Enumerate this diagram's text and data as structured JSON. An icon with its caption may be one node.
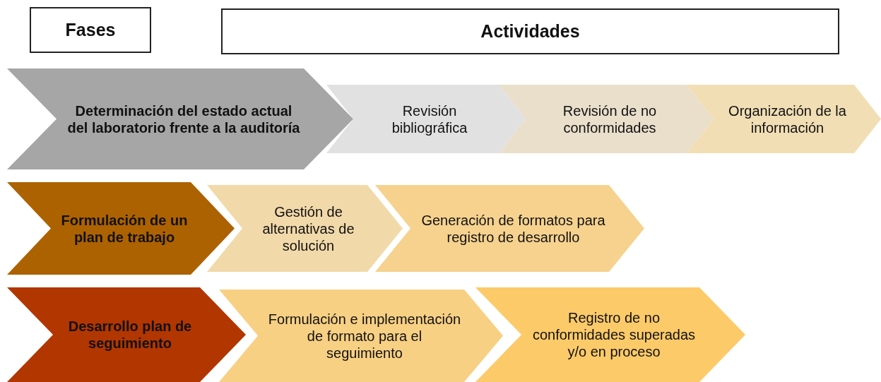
{
  "diagram": {
    "nodes": [
      {
        "text": [
          "Fases"
        ]
      },
      {
        "text": [
          "Actividades"
        ]
      },
      {
        "text": [
          "Determinación del estado actual del laboratorio frente a la auditoría"
        ]
      },
      {
        "text": [
          "Revisión bibliográfica"
        ]
      },
      {
        "text": [
          "Revisión de no conformidades"
        ]
      },
      {
        "text": [
          "Organización de la información"
        ]
      },
      {
        "text": [
          "Formulación de un plan de trabajo"
        ]
      },
      {
        "text": [
          "Gestión de alternativas de solución"
        ]
      },
      {
        "text": [
          "Generación de formatos para registro de desarrollo"
        ]
      },
      {
        "text": [
          "Desarrollo plan de seguimiento"
        ]
      },
      {
        "text": [
          "Formulación e implementación de formato para el seguimiento"
        ]
      },
      {
        "text": [
          "Registro de no conformidades superadas y/o en proceso"
        ]
      }
    ]
  }
}
